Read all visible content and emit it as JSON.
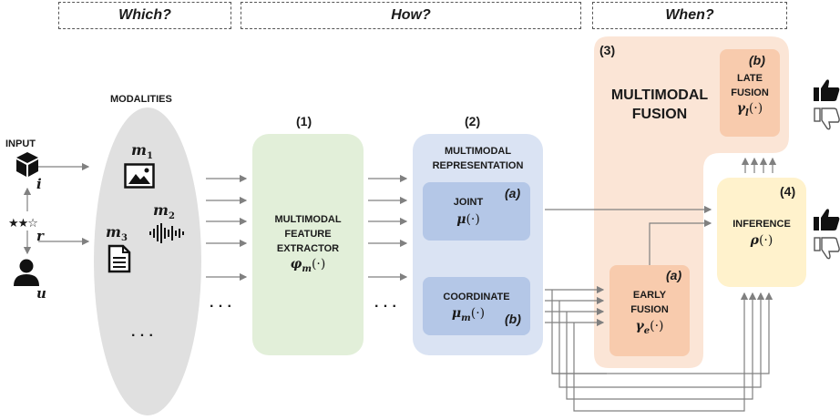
{
  "headers": {
    "which": "Which?",
    "how": "How?",
    "when": "When?"
  },
  "input": {
    "title": "INPUT",
    "item": "i",
    "rating": "r",
    "user": "u",
    "stars": "★★☆"
  },
  "modalities": {
    "title": "MODALITIES",
    "m1": "m",
    "m1_sub": "1",
    "m2": "m",
    "m2_sub": "2",
    "m3": "m",
    "m3_sub": "3",
    "ellipsis": "· · ·"
  },
  "dots": "· · ·",
  "extractor": {
    "step": "(1)",
    "line1": "MULTIMODAL",
    "line2": "FEATURE",
    "line3": "EXTRACTOR",
    "fn": "φ",
    "fn_sub": "m",
    "fn_arg": "(·)"
  },
  "representation": {
    "step": "(2)",
    "line1": "MULTIMODAL",
    "line2": "REPRESENTATION",
    "joint": {
      "label": "JOINT",
      "tag": "(a)",
      "fn": "μ",
      "fn_arg": "(·)"
    },
    "coordinate": {
      "label": "COORDINATE",
      "tag": "(b)",
      "fn": "μ",
      "fn_sub": "m",
      "fn_arg": "(·)"
    }
  },
  "fusion": {
    "step": "(3)",
    "line1": "MULTIMODAL",
    "line2": "FUSION",
    "late": {
      "tag": "(b)",
      "line1": "LATE",
      "line2": "FUSION",
      "fn": "γ",
      "fn_sub": "l",
      "fn_arg": "(·)"
    },
    "early": {
      "tag": "(a)",
      "line1": "EARLY",
      "line2": "FUSION",
      "fn": "γ",
      "fn_sub": "e",
      "fn_arg": "(·)"
    }
  },
  "inference": {
    "step": "(4)",
    "label": "INFERENCE",
    "fn": "ρ",
    "fn_arg": "(·)"
  },
  "colors": {
    "extractor": "#e2efd9",
    "representation": "#dae3f3",
    "rep_inner": "#b4c7e7",
    "fusion": "#fbe5d6",
    "fusion_inner": "#f8cbad",
    "inference": "#fff2cc",
    "modalities": "#e0e0e0"
  }
}
